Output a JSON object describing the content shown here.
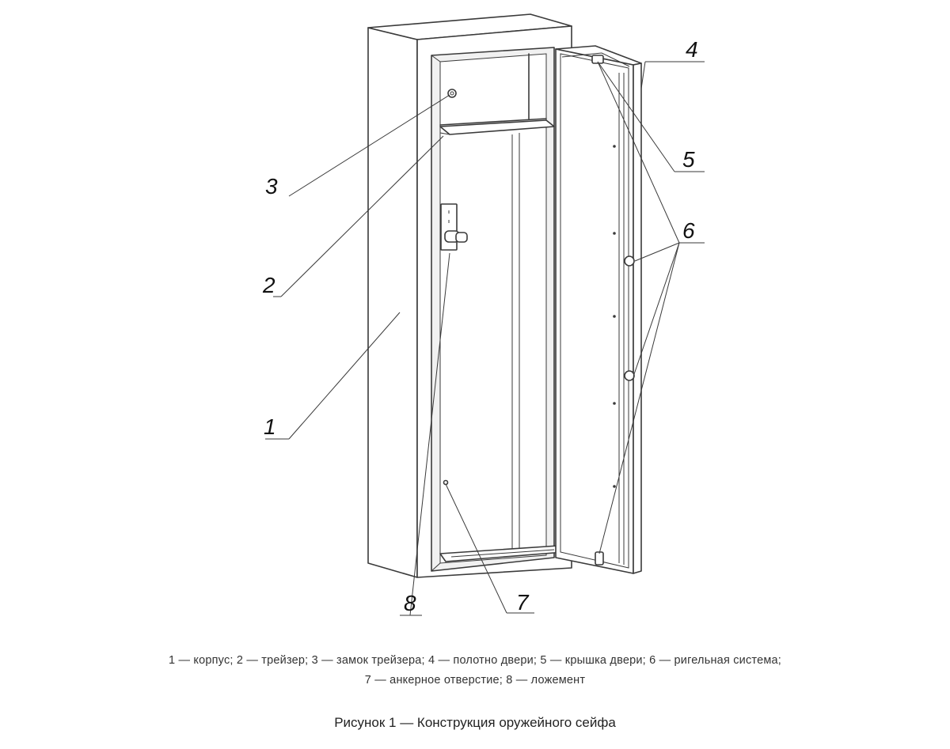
{
  "callouts": [
    {
      "num": "1"
    },
    {
      "num": "2"
    },
    {
      "num": "3"
    },
    {
      "num": "4"
    },
    {
      "num": "5"
    },
    {
      "num": "6"
    },
    {
      "num": "7"
    },
    {
      "num": "8"
    }
  ],
  "legend": {
    "line1": "1 — корпус; 2 — трейзер; 3 — замок трейзера; 4 — полотно двери; 5 — крышка двери; 6 — ригельная система;",
    "line2": "7 — анкерное отверстие; 8 — ложемент"
  },
  "caption": "Рисунок 1 — Конструкция оружейного сейфа"
}
